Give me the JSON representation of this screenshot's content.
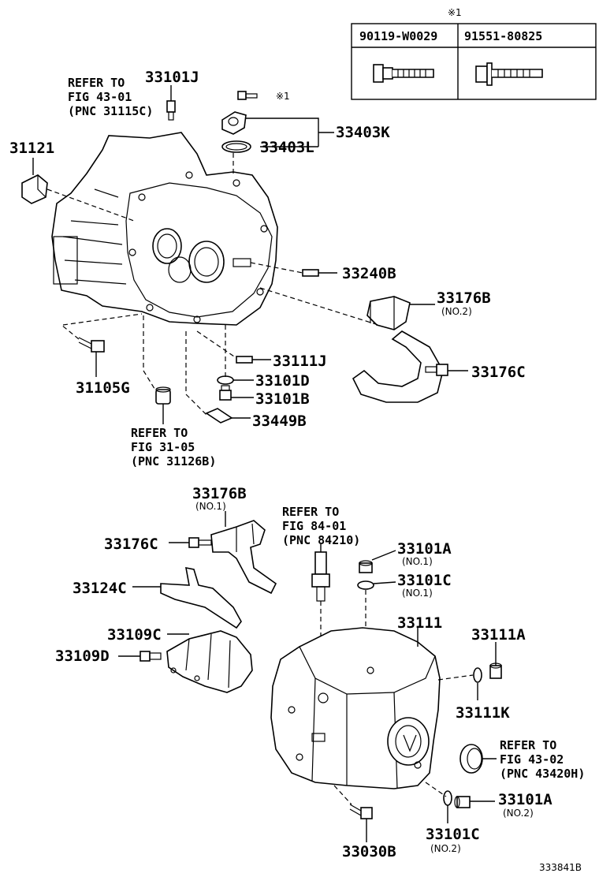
{
  "table": {
    "note_mark": "※1",
    "col1": "90119-W0029",
    "col2": "91551-80825"
  },
  "labels": {
    "p33101J": "33101J",
    "refer_to_1": "REFER TO",
    "fig_43_01": "FIG 43-01",
    "pnc_31115C": "(PNC 31115C)",
    "note_mark_bolt": "※1",
    "p33403K": "33403K",
    "p33403L": "33403L",
    "p31121": "31121",
    "p33240B": "33240B",
    "p33176B_top": "33176B",
    "p33176B_top_sub": "(NO.2)",
    "p33111J": "33111J",
    "p33176C_top": "33176C",
    "p33101D": "33101D",
    "p33101B": "33101B",
    "p31105G": "31105G",
    "p33449B": "33449B",
    "refer_to_2": "REFER TO",
    "fig_31_05": "FIG 31-05",
    "pnc_31126B": "(PNC 31126B)",
    "p33176B_mid": "33176B",
    "p33176B_mid_sub": "(NO.1)",
    "refer_to_3": "REFER TO",
    "fig_84_01": "FIG 84-01",
    "pnc_84210": "(PNC 84210)",
    "p33176C_mid": "33176C",
    "p33101A_top": "33101A",
    "p33101A_top_sub": "(NO.1)",
    "p33101C_top": "33101C",
    "p33101C_top_sub": "(NO.1)",
    "p33124C": "33124C",
    "p33111": "33111",
    "p33109C": "33109C",
    "p33111A": "33111A",
    "p33109D": "33109D",
    "p33111K": "33111K",
    "refer_to_4": "REFER TO",
    "fig_43_02": "FIG 43-02",
    "pnc_43420H": "(PNC 43420H)",
    "p33101A_bot": "33101A",
    "p33101A_bot_sub": "(NO.2)",
    "p33101C_bot": "33101C",
    "p33101C_bot_sub": "(NO.2)",
    "p33030B": "33030B",
    "diagram_id": "333841B"
  }
}
